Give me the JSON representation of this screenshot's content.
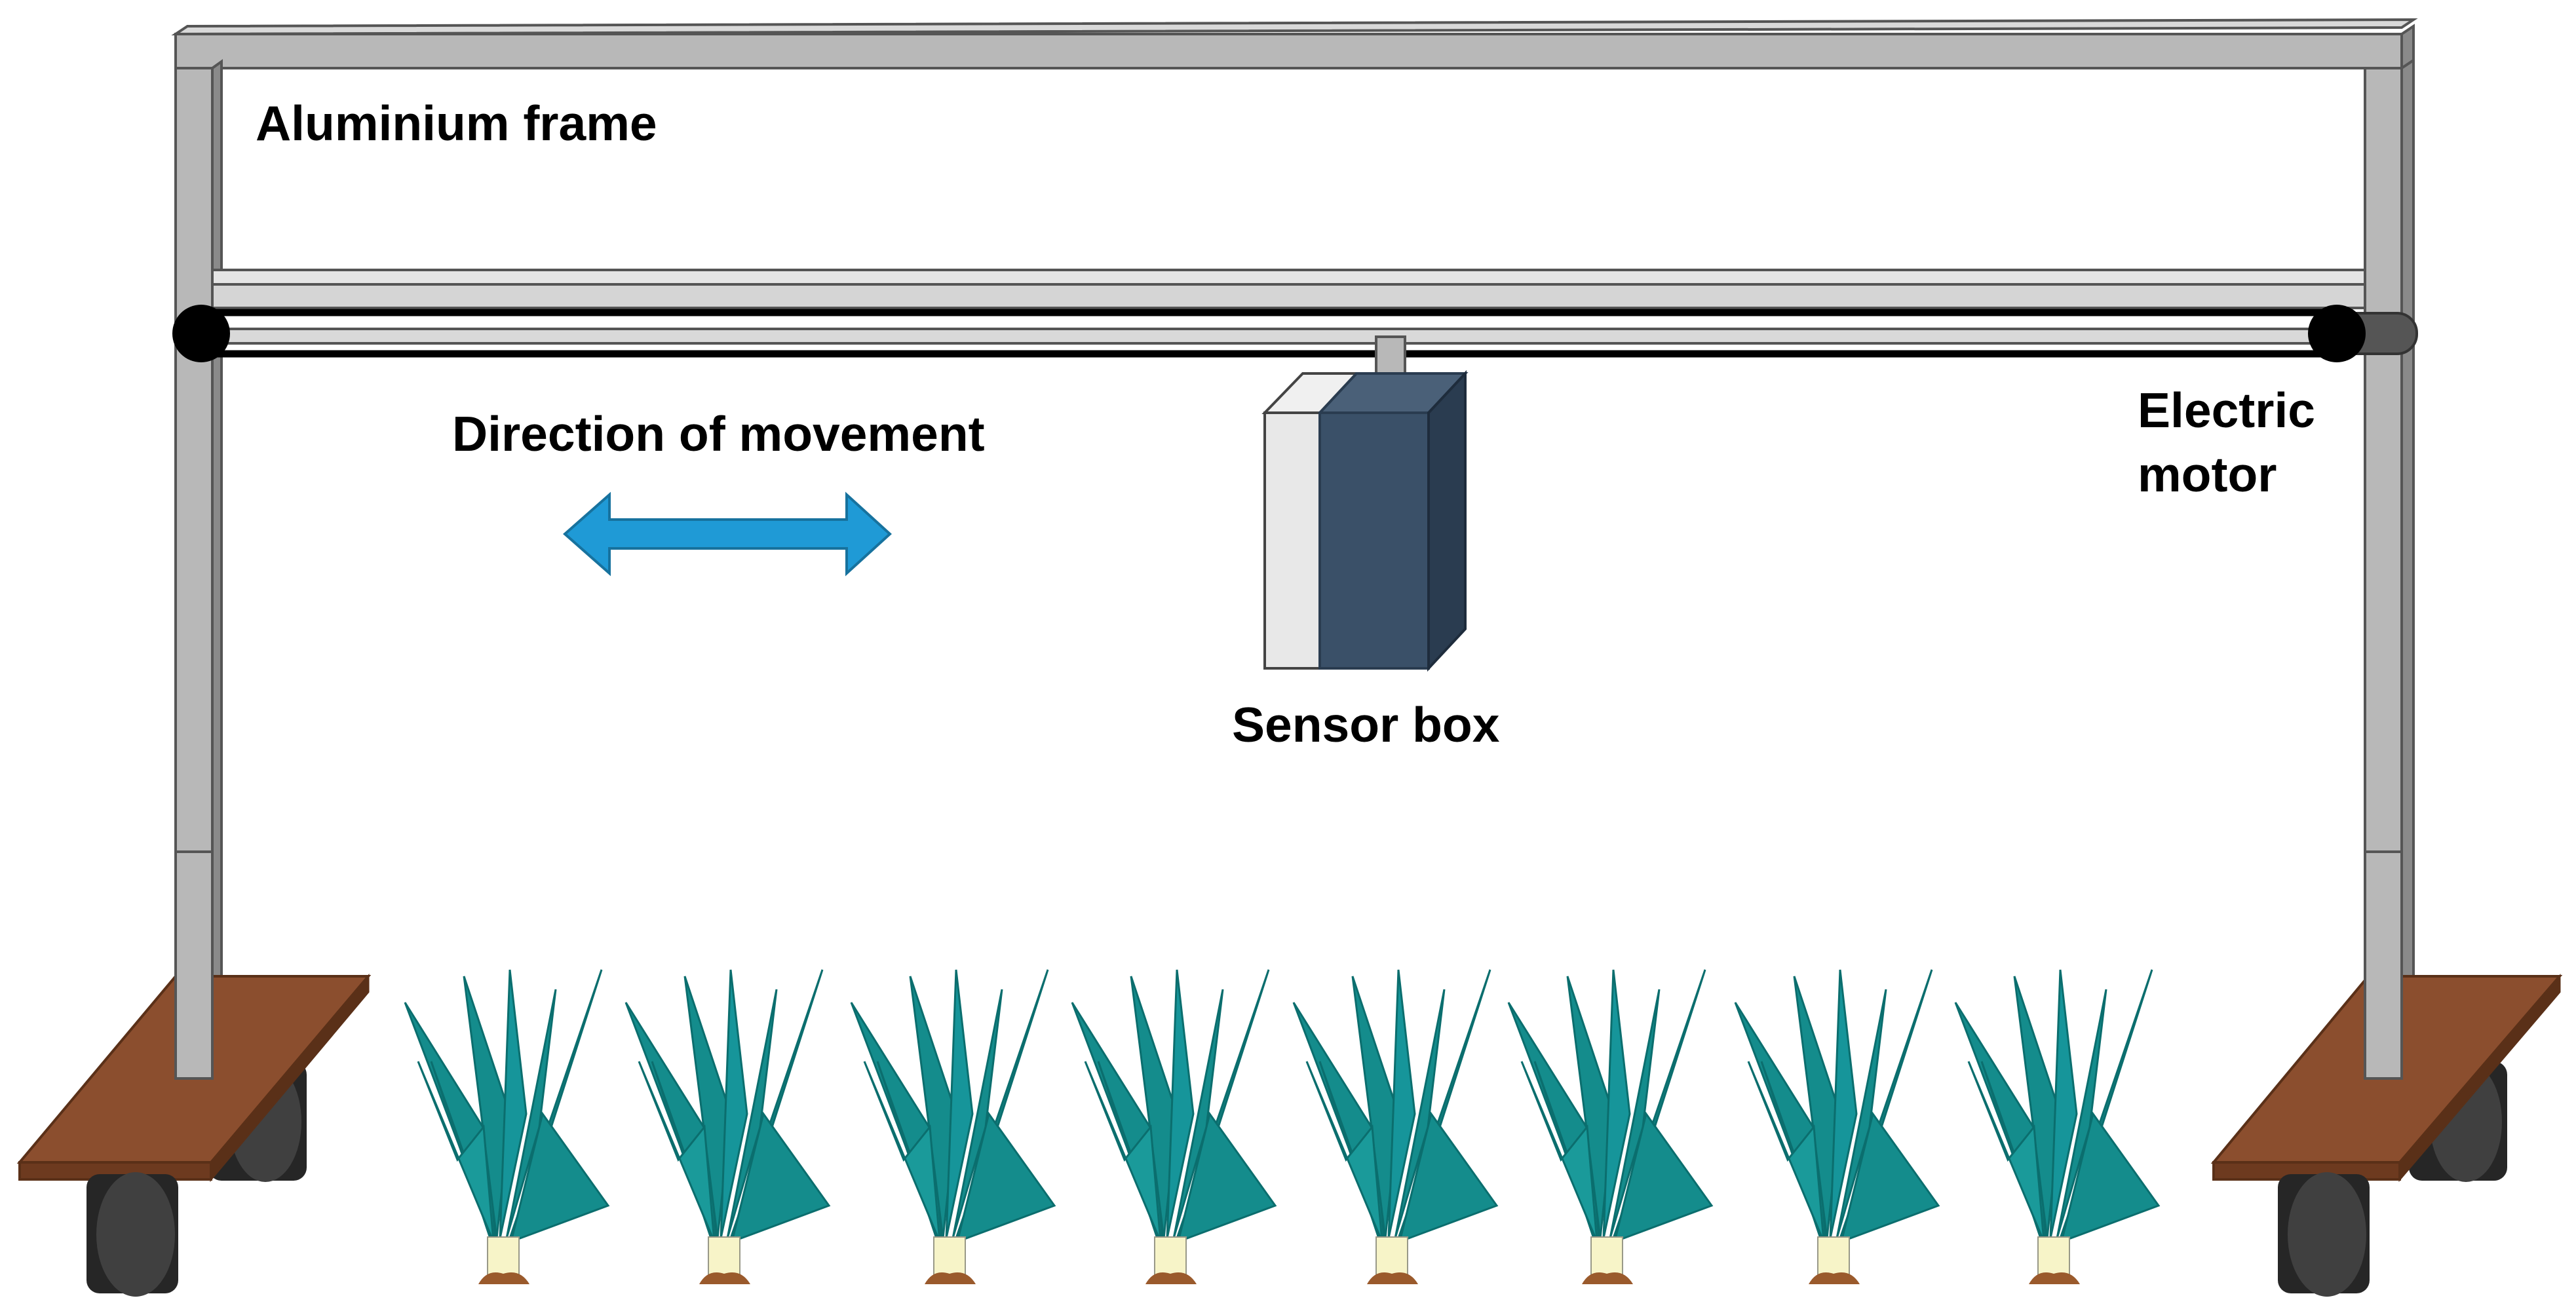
{
  "labels": {
    "aluminium_frame": "Aluminium frame",
    "direction_of_movement": "Direction of movement",
    "sensor_box": "Sensor box",
    "electric_motor_line1": "Electric",
    "electric_motor_line2": "motor"
  },
  "plants": {
    "count": 8
  },
  "colors": {
    "frame_face": "#b8b8b8",
    "frame_edge": "#555555",
    "rail_light": "#d9d9d9",
    "cable": "#000000",
    "pulley": "#000000",
    "motor_shaft": "#555555",
    "sensor_box_front": "#3a5068",
    "sensor_box_side": "#2a3c50",
    "sensor_box_top": "#4a6078",
    "sensor_box_panel": "#e8e8e8",
    "arrow": "#1f9ad6",
    "platform_top": "#8b4e2e",
    "platform_edge": "#5a3018",
    "wheel": "#404040",
    "wheel_dark": "#262626",
    "plant_leaf": "#148c8c",
    "plant_leaf_dark": "#0b6e6e",
    "plant_stem": "#f7f4c8",
    "soil": "#9a5a2c"
  }
}
